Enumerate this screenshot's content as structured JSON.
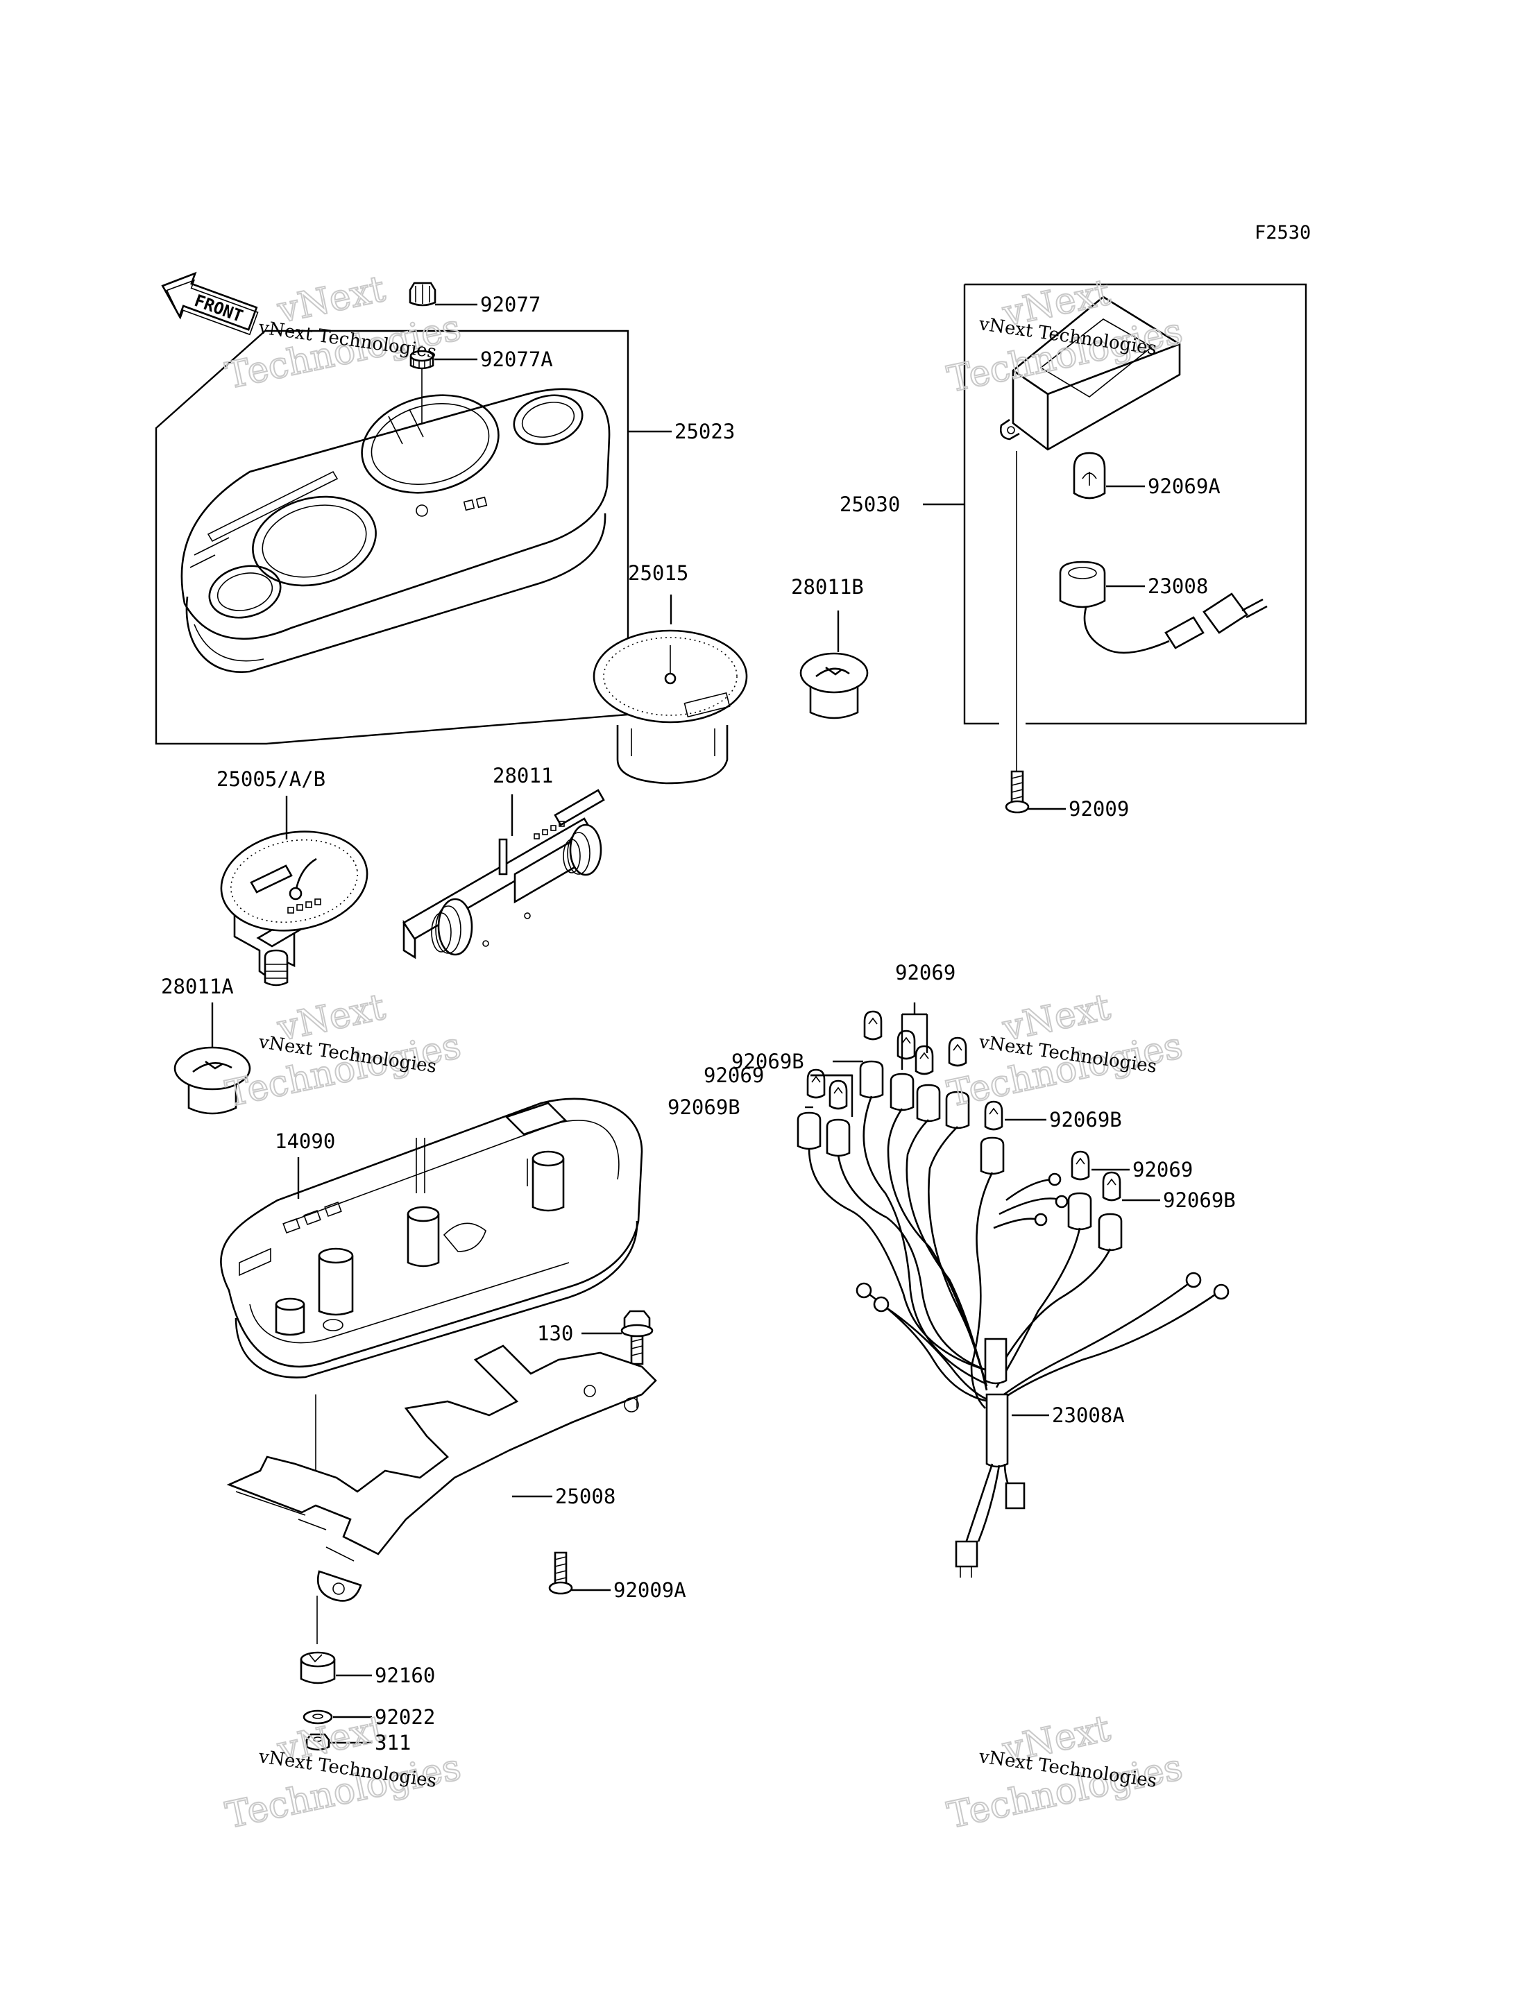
{
  "figure_code": "F2530",
  "front_arrow_text": "FRONT",
  "watermark": {
    "line1": "vNext Technologies",
    "line2_a": "vNext",
    "line2_b": "Technologies"
  },
  "part_labels": [
    {
      "id": "p92077",
      "text": "92077"
    },
    {
      "id": "p92077a",
      "text": "92077A"
    },
    {
      "id": "p25023",
      "text": "25023"
    },
    {
      "id": "p25015",
      "text": "25015"
    },
    {
      "id": "p28011b",
      "text": "28011B"
    },
    {
      "id": "p25030",
      "text": "25030"
    },
    {
      "id": "p92069a",
      "text": "92069A"
    },
    {
      "id": "p23008",
      "text": "23008"
    },
    {
      "id": "p92009",
      "text": "92009"
    },
    {
      "id": "p25005",
      "text": "25005/A/B"
    },
    {
      "id": "p28011",
      "text": "28011"
    },
    {
      "id": "p28011a",
      "text": "28011A"
    },
    {
      "id": "p92069_top",
      "text": "92069"
    },
    {
      "id": "p92069b_1",
      "text": "92069B"
    },
    {
      "id": "p92069_2",
      "text": "92069"
    },
    {
      "id": "p92069b_2",
      "text": "92069B"
    },
    {
      "id": "p92069b_3",
      "text": "92069B"
    },
    {
      "id": "p92069_3",
      "text": "92069"
    },
    {
      "id": "p92069b_4",
      "text": "92069B"
    },
    {
      "id": "p14090",
      "text": "14090"
    },
    {
      "id": "p130",
      "text": "130"
    },
    {
      "id": "p23008a",
      "text": "23008A"
    },
    {
      "id": "p25008",
      "text": "25008"
    },
    {
      "id": "p92009a",
      "text": "92009A"
    },
    {
      "id": "p92160",
      "text": "92160"
    },
    {
      "id": "p92022",
      "text": "92022"
    },
    {
      "id": "p311",
      "text": "311"
    }
  ]
}
